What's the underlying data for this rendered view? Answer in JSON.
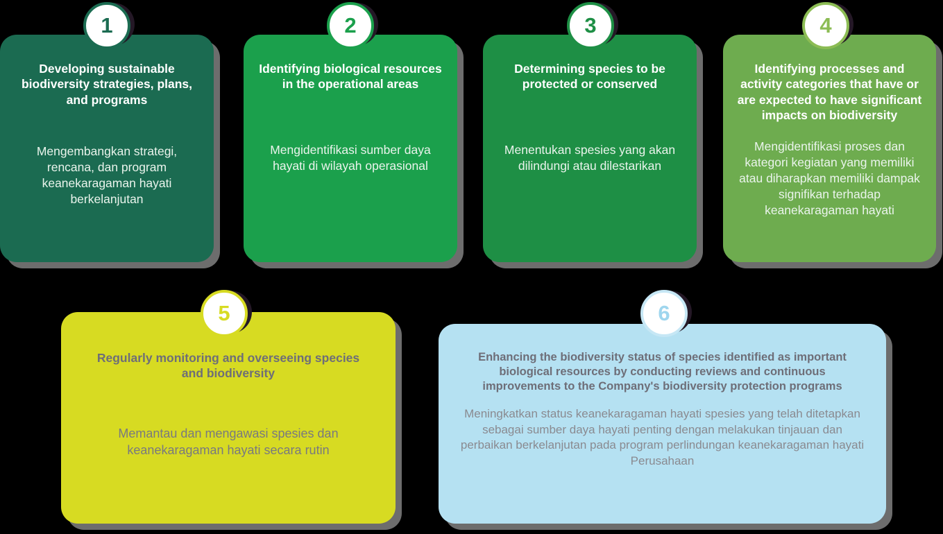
{
  "infographic": {
    "cards": [
      {
        "number": "1",
        "title_en": "Developing sustainable biodiversity strategies, plans, and programs",
        "subtitle_id": "Mengembangkan strategi, rencana, dan program keanekaragaman hayati berkelanjutan",
        "color": "#1B6B51",
        "badge_color": "#1B6B51",
        "title_color": "#FFFFFF",
        "subtitle_color": "#EAF4EC"
      },
      {
        "number": "2",
        "title_en": "Identifying biological resources in the operational areas",
        "subtitle_id": "Mengidentifikasi sumber daya hayati di wilayah operasional",
        "color": "#1BA04C",
        "badge_color": "#1BA04C",
        "title_color": "#FFFFFF",
        "subtitle_color": "#EAF4EC"
      },
      {
        "number": "3",
        "title_en": "Determining species to be protected or conserved",
        "subtitle_id": "Menentukan spesies yang akan dilindungi atau dilestarikan",
        "color": "#1E8F45",
        "badge_color": "#1E8F45",
        "title_color": "#FFFFFF",
        "subtitle_color": "#EAF4EC"
      },
      {
        "number": "4",
        "title_en": "Identifying processes and activity categories that have or are expected to have significant impacts on biodiversity",
        "subtitle_id": "Mengidentifikasi proses dan kategori kegiatan yang memiliki atau diharapkan memiliki dampak signifikan terhadap keanekaragaman hayati",
        "color": "#6EAC4F",
        "badge_color": "#8CBC54",
        "title_color": "#FFFFFF",
        "subtitle_color": "#EAF4EC"
      },
      {
        "number": "5",
        "title_en": "Regularly monitoring and overseeing species and biodiversity",
        "subtitle_id": "Memantau dan mengawasi spesies dan keanekaragaman hayati secara rutin",
        "color": "#D7DB22",
        "badge_color": "#D7DB22",
        "title_color": "#6E6E78",
        "subtitle_color": "#79797F"
      },
      {
        "number": "6",
        "title_en": "Enhancing the biodiversity status of species identified as important biological resources by conducting reviews and continuous improvements to the Company's biodiversity protection programs",
        "subtitle_id": "Meningkatkan status keanekaragaman hayati spesies yang telah ditetapkan sebagai sumber daya hayati penting dengan melakukan tinjauan dan perbaikan berkelanjutan pada program perlindungan keanekaragaman hayati Perusahaan",
        "color": "#B5E1F2",
        "badge_color": "#C6E7F5",
        "title_color": "#6E6E78",
        "subtitle_color": "#8A8A90"
      }
    ]
  }
}
